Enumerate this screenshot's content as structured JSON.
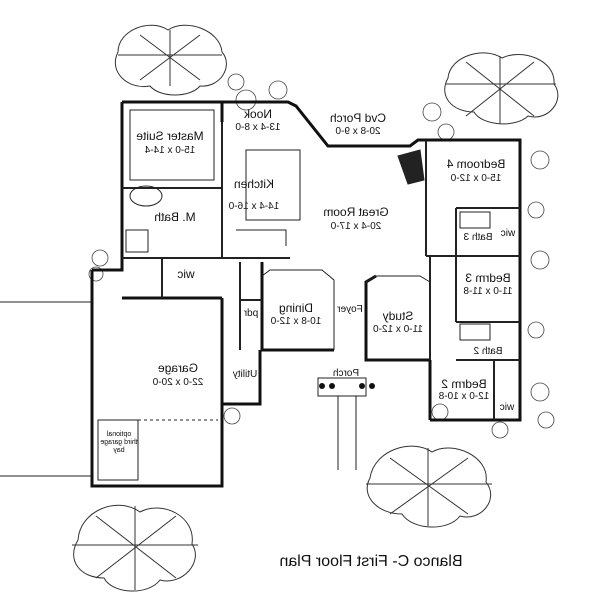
{
  "plan": {
    "title": "Blanco C- First Floor Plan",
    "rooms": [
      {
        "key": "master",
        "name": "Master Suite",
        "dims": "15-0 x 14-4"
      },
      {
        "key": "nook",
        "name": "Nook",
        "dims": "13-4 x 8-0"
      },
      {
        "key": "cvd_porch",
        "name": "Cvd Porch",
        "dims": "20-8 x 9-0"
      },
      {
        "key": "bedroom4",
        "name": "Bedroom 4",
        "dims": "15-0 x 12-0"
      },
      {
        "key": "kitchen",
        "name": "Kitchen",
        "dims": "14-4 x 16-0"
      },
      {
        "key": "mbath",
        "name": "M. Bath",
        "dims": ""
      },
      {
        "key": "great",
        "name": "Great Room",
        "dims": "20-4 x 17-0"
      },
      {
        "key": "bath3",
        "name": "Bath 3",
        "dims": ""
      },
      {
        "key": "wic1",
        "name": "wic",
        "dims": ""
      },
      {
        "key": "wic2",
        "name": "wic",
        "dims": ""
      },
      {
        "key": "bedrm3",
        "name": "Bedrm 3",
        "dims": "11-0 x 11-8"
      },
      {
        "key": "dining",
        "name": "Dining",
        "dims": "10-8 x 12-0"
      },
      {
        "key": "foyer",
        "name": "Foyer",
        "dims": ""
      },
      {
        "key": "study",
        "name": "Study",
        "dims": "11-0 x 12-0"
      },
      {
        "key": "pdr",
        "name": "pdr",
        "dims": ""
      },
      {
        "key": "garage",
        "name": "Garage",
        "dims": "22-0 x 20-0"
      },
      {
        "key": "bath2",
        "name": "Bath 2",
        "dims": ""
      },
      {
        "key": "utility",
        "name": "Utility",
        "dims": ""
      },
      {
        "key": "porch",
        "name": "Porch",
        "dims": ""
      },
      {
        "key": "bedrm2",
        "name": "Bedrm 2",
        "dims": "12-0 x 10-8"
      },
      {
        "key": "wic3",
        "name": "wic",
        "dims": ""
      }
    ],
    "garage_note": [
      "optional",
      "third garage",
      "bay"
    ]
  }
}
